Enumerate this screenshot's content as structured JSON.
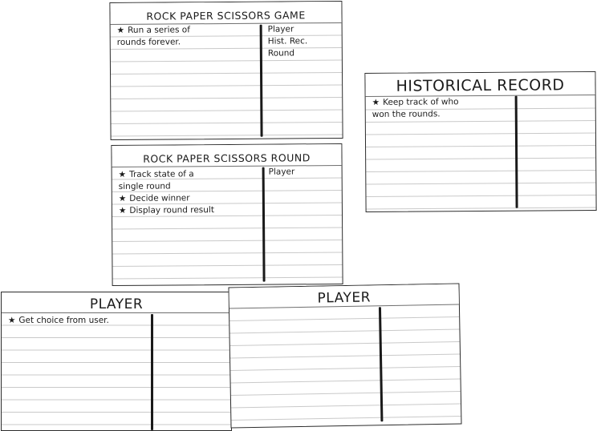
{
  "cards": {
    "game": {
      "title": "ROCK PAPER SCISSORS GAME",
      "responsibilities": [
        "Run a series of",
        "rounds forever."
      ],
      "collaborators": [
        "Player",
        "Hist. Rec.",
        "Round"
      ]
    },
    "historical": {
      "title": "HISTORICAL RECORD",
      "responsibilities": [
        "Keep track of who",
        "won the rounds."
      ],
      "collaborators": []
    },
    "round": {
      "title": "ROCK PAPER SCISSORS ROUND",
      "responsibilities": [
        "Track state of a",
        "single round",
        "Decide winner",
        "Display round result"
      ],
      "collaborators": [
        "Player"
      ]
    },
    "player_filled": {
      "title": "PLAYER",
      "responsibilities": [
        "Get choice from user."
      ],
      "collaborators": []
    },
    "player_empty": {
      "title": "PLAYER",
      "responsibilities": [],
      "collaborators": []
    }
  },
  "bullet": "★"
}
